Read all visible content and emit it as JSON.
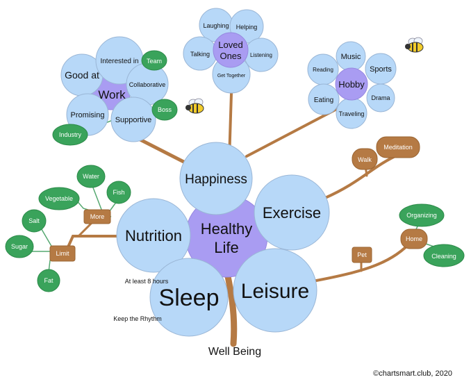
{
  "center": {
    "line1": "Healthy",
    "line2": "Life"
  },
  "trunk_label": "Well Being",
  "copyright": "©chartsmart.club, 2020",
  "main": {
    "happiness": "Happiness",
    "exercise": "Exercise",
    "nutrition": "Nutrition",
    "sleep": "Sleep",
    "leisure": "Leisure"
  },
  "work": {
    "label": "Work",
    "petals": [
      "Good at",
      "Interested in",
      "Collaborative",
      "Supportive",
      "Promising"
    ],
    "leaves": [
      "Team",
      "Boss",
      "Industry"
    ]
  },
  "loved_ones": {
    "line1": "Loved",
    "line2": "Ones",
    "petals": [
      "Laughing",
      "Helping",
      "Talking",
      "Listening",
      "Get Together"
    ]
  },
  "hobby": {
    "label": "Hobby",
    "petals": [
      "Music",
      "Reading",
      "Sports",
      "Eating",
      "Drama",
      "Traveling"
    ]
  },
  "exercise_branch": {
    "tags": [
      "Walk",
      "Meditation"
    ]
  },
  "nutrition_branch": {
    "more": "More",
    "more_items": [
      "Water",
      "Vegetable",
      "Fish"
    ],
    "limit": "Limit",
    "limit_items": [
      "Salt",
      "Sugar",
      "Fat"
    ]
  },
  "leisure_branch": {
    "pet": "Pet",
    "home": "Home",
    "home_items": [
      "Organizing",
      "Cleaning"
    ]
  },
  "sleep_notes": [
    "At least 8 hours",
    "Keep the Rhythm"
  ],
  "colors": {
    "blue_node": "#b7d8f8",
    "purple_node": "#a99cf2",
    "green_leaf": "#3aa35b",
    "brown_tag": "#b57a44"
  }
}
